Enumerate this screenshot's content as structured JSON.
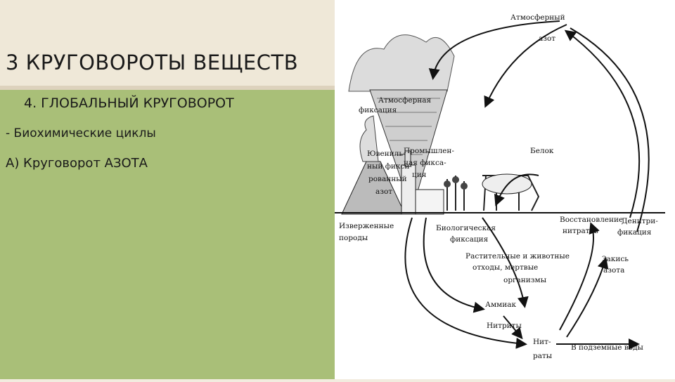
{
  "slide": {
    "title": "3  КРУГОВОРОТЫ ВЕЩЕСТВ",
    "subtitle": "4. ГЛОБАЛЬНЫЙ КРУГОВОРОТ",
    "bullet": "-  Биохимические циклы",
    "item": "А) Круговорот  АЗОТА"
  },
  "diagram": {
    "labels": {
      "atm_n_1": "Атмосферный",
      "atm_n_2": "азот",
      "atm_fix_1": "Атмосферная",
      "atm_fix_2": "фиксация",
      "juv_1": "Ювениль-",
      "juv_2": "ный фикси-",
      "juv_3": "рованный",
      "juv_4": "азот",
      "ind_1": "Промышлен-",
      "ind_2": "ная фикса-",
      "ind_3": "ция",
      "protein": "Белок",
      "igneous_1": "Изверженные",
      "igneous_2": "породы",
      "bio_1": "Биологическая",
      "bio_2": "фиксация",
      "red_1": "Восстановление",
      "red_2": "нитратов",
      "denit_1": "Денитри-",
      "denit_2": "фикация",
      "waste_1": "Растительные и животные",
      "waste_2": "отходы, мертвые",
      "waste_3": "организмы",
      "n2o_1": "Закись",
      "n2o_2": "азота",
      "ammonia": "Аммиак",
      "nitrites": "Нитриты",
      "nitrates_1": "Нит-",
      "nitrates_2": "раты",
      "groundwater": "В подземные воды"
    }
  }
}
